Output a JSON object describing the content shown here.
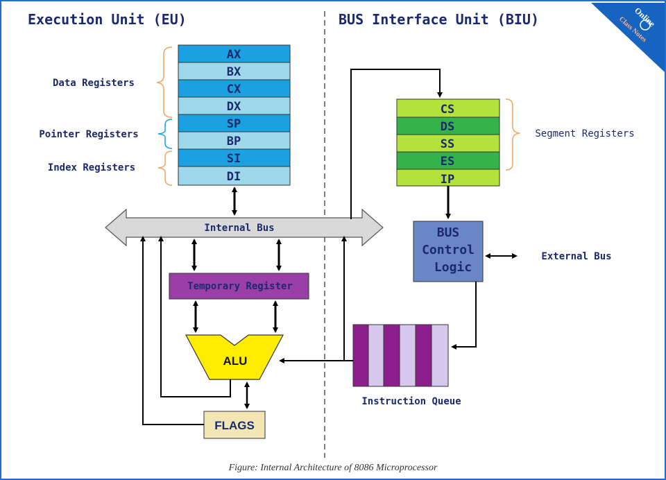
{
  "sections": {
    "eu_title": "Execution Unit (EU)",
    "biu_title": "BUS Interface Unit (BIU)"
  },
  "eu": {
    "data_registers_label": "Data Registers",
    "pointer_registers_label": "Pointer Registers",
    "index_registers_label": "Index Registers",
    "registers": [
      "AX",
      "BX",
      "CX",
      "DX",
      "SP",
      "BP",
      "SI",
      "DI"
    ],
    "internal_bus_label": "Internal Bus",
    "temporary_register_label": "Temporary Register",
    "alu_label": "ALU",
    "flags_label": "FLAGS"
  },
  "biu": {
    "segment_registers_label": "Segment Registers",
    "registers": [
      "CS",
      "DS",
      "SS",
      "ES",
      "IP"
    ],
    "bus_control_lines": [
      "BUS",
      "Control",
      "Logic"
    ],
    "external_bus_label": "External Bus",
    "instruction_queue_label": "Instruction Queue"
  },
  "logo": {
    "text_top": "Online",
    "text_bottom": "Class Notes"
  },
  "caption": "Figure: Internal Architecture of 8086 Microprocessor",
  "colors": {
    "eu_register_dark": "#1ba1e2",
    "eu_register_light": "#9ed8ea",
    "seg_register_light": "#b3e33b",
    "seg_register_dark": "#34b34a",
    "bus_control": "#6a86c4",
    "temp_register": "#9a3fa6",
    "alu": "#ffed00",
    "flags": "#f1e6b4",
    "queue_dark": "#8c1f8c",
    "queue_light": "#d5c8ec",
    "brace": "#f4a460",
    "title_text": "#1a2a6c"
  }
}
